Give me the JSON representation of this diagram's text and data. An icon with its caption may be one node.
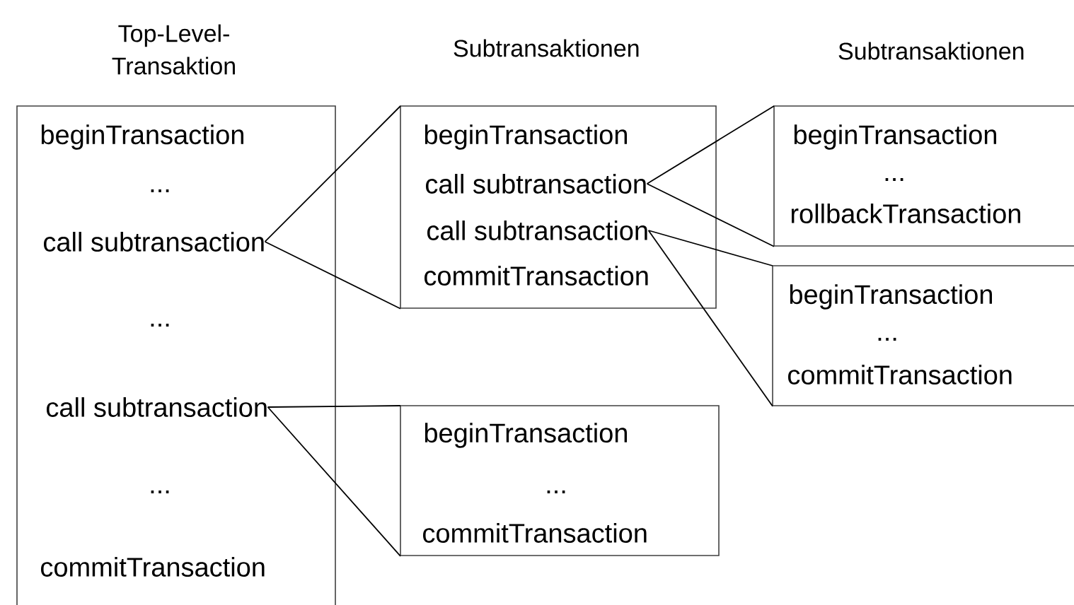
{
  "diagram": {
    "nodes": [
      {
        "text": [
          "Top-Level-Transaktion",
          "beginTransaction",
          "...",
          "...",
          "...",
          "commitTransaction"
        ]
      },
      {
        "text": [
          "call subtransaction"
        ],
        "in": 0
      },
      {
        "text": [
          "call subtransaction"
        ],
        "in": 0
      },
      {
        "text": [
          "Subtransaktionen",
          "beginTransaction",
          "commitTransaction"
        ]
      },
      {
        "text": [
          "call subtransaction"
        ],
        "in": 3
      },
      {
        "text": [
          "call subtransaction"
        ],
        "in": 3
      },
      {
        "text": [
          "Subtransaktionen",
          "beginTransaction",
          "...",
          "rollbackTransaction"
        ]
      },
      {
        "text": [
          "beginTransaction",
          "...",
          "commitTransaction"
        ]
      },
      {
        "text": [
          "beginTransaction",
          "...",
          "commitTransaction"
        ]
      }
    ],
    "edges": [
      {
        "from": 1,
        "to": 3,
        "arrow": "none"
      },
      {
        "from": 2,
        "to": 8,
        "arrow": "none"
      },
      {
        "from": 4,
        "to": 6,
        "arrow": "none"
      },
      {
        "from": 5,
        "to": 7,
        "arrow": "none"
      }
    ]
  }
}
